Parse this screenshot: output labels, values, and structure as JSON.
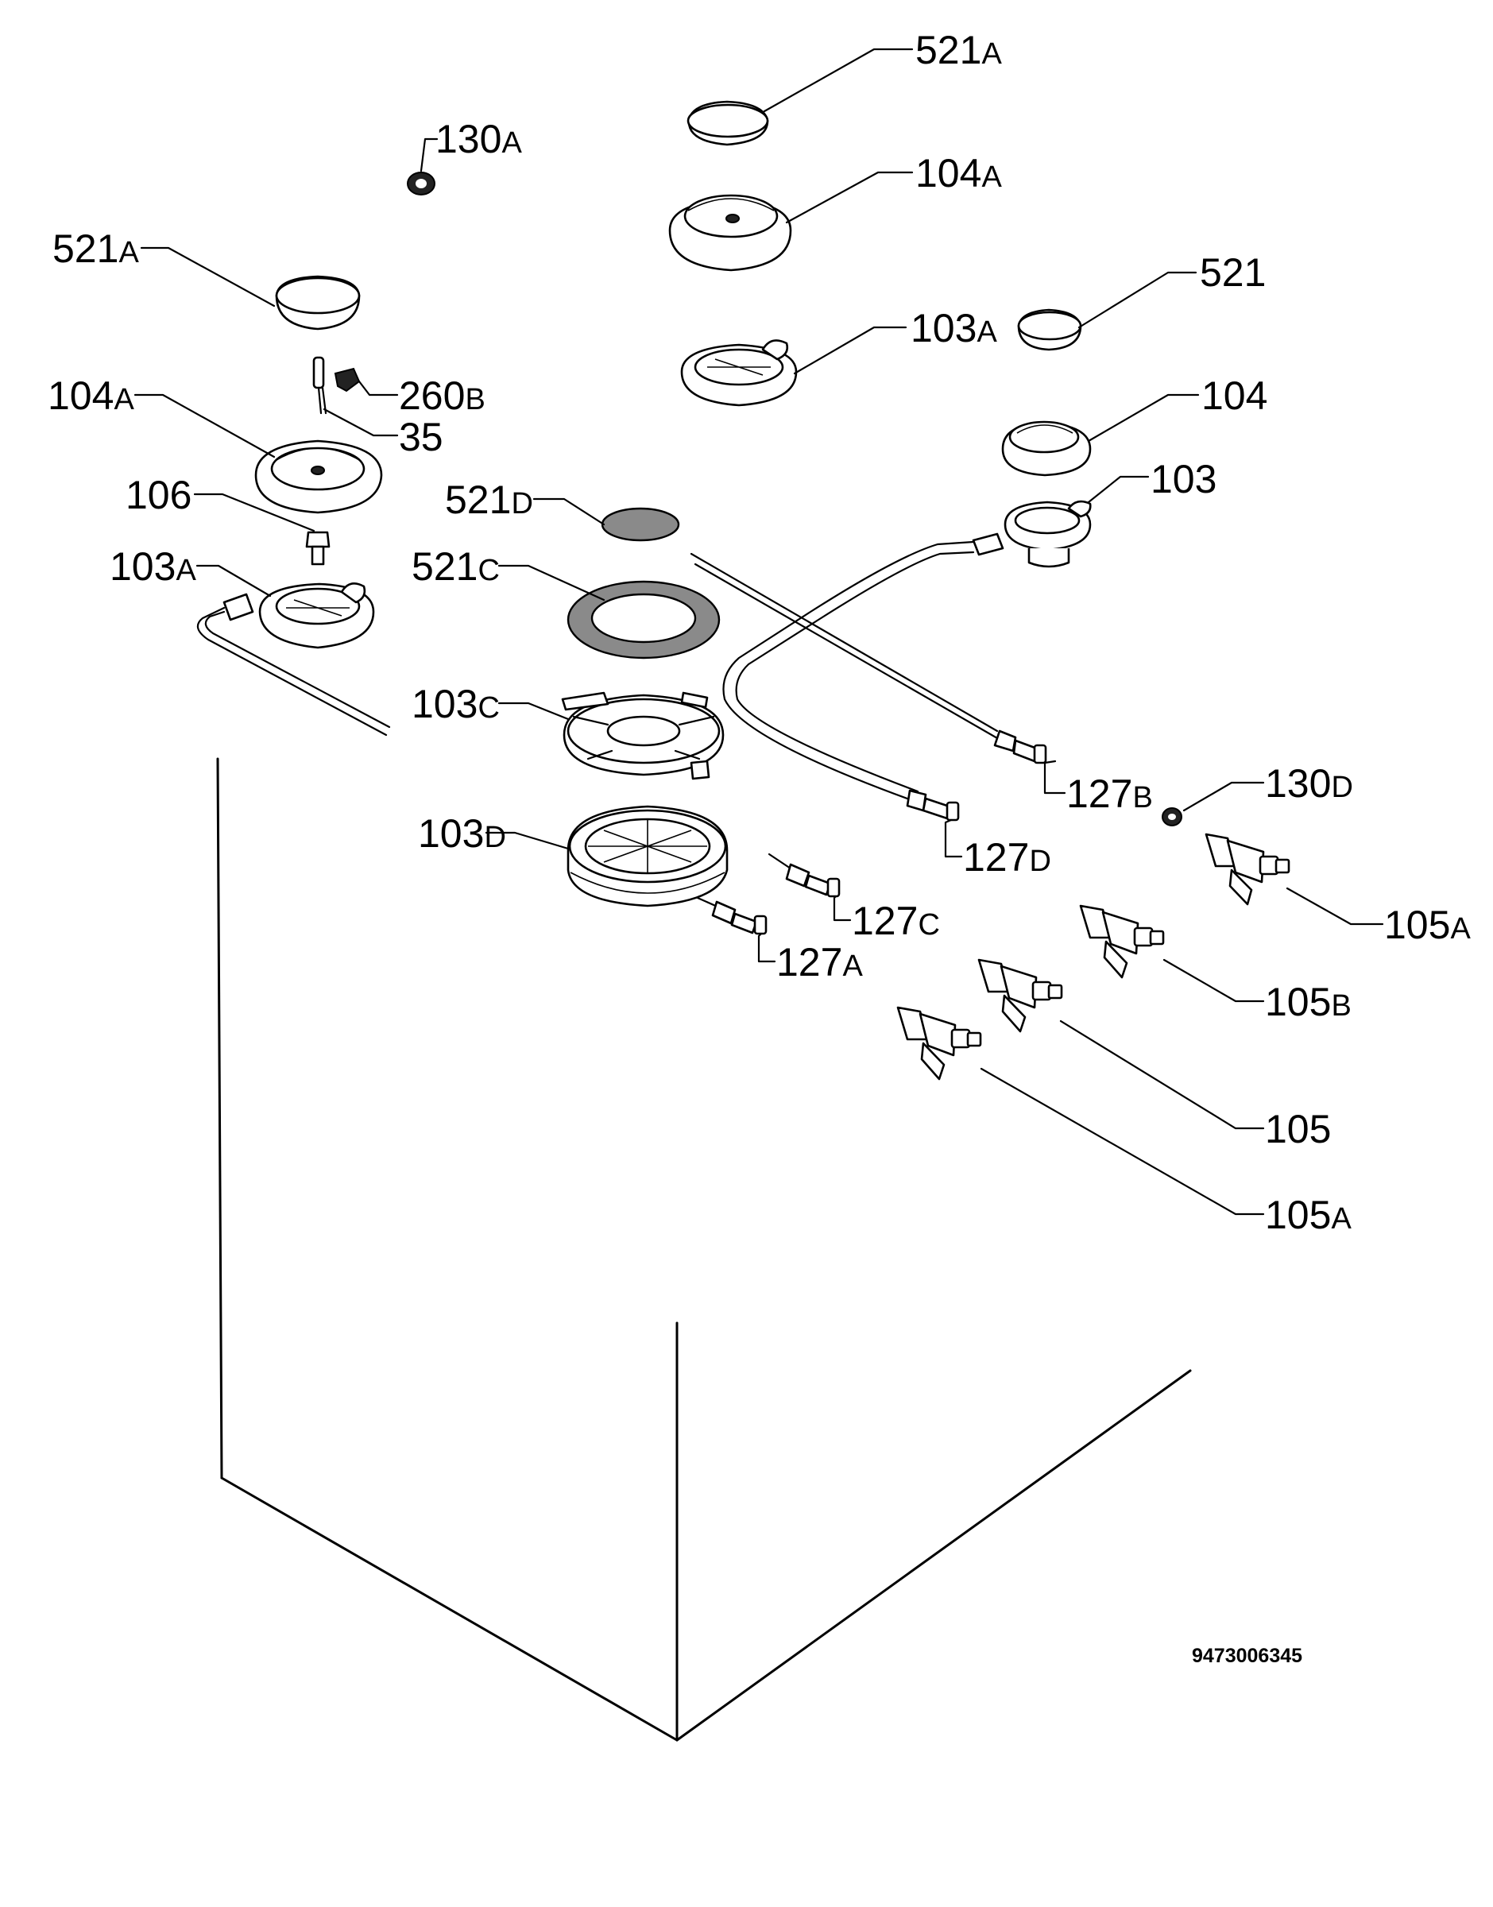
{
  "labels": [
    {
      "id": "lbl-521a-top",
      "num": "521",
      "sfx": "A"
    },
    {
      "id": "lbl-130a",
      "num": "130",
      "sfx": "A"
    },
    {
      "id": "lbl-104a-top",
      "num": "104",
      "sfx": "A"
    },
    {
      "id": "lbl-521a-left",
      "num": "521",
      "sfx": "A"
    },
    {
      "id": "lbl-521",
      "num": "521",
      "sfx": ""
    },
    {
      "id": "lbl-103a-top",
      "num": "103",
      "sfx": "A"
    },
    {
      "id": "lbl-260b",
      "num": "260",
      "sfx": "B"
    },
    {
      "id": "lbl-104a-left",
      "num": "104",
      "sfx": "A"
    },
    {
      "id": "lbl-104",
      "num": "104",
      "sfx": ""
    },
    {
      "id": "lbl-35",
      "num": "35",
      "sfx": ""
    },
    {
      "id": "lbl-103",
      "num": "103",
      "sfx": ""
    },
    {
      "id": "lbl-106",
      "num": "106",
      "sfx": ""
    },
    {
      "id": "lbl-521d",
      "num": "521",
      "sfx": "D"
    },
    {
      "id": "lbl-103a-left",
      "num": "103",
      "sfx": "A"
    },
    {
      "id": "lbl-521c",
      "num": "521",
      "sfx": "C"
    },
    {
      "id": "lbl-103c",
      "num": "103",
      "sfx": "C"
    },
    {
      "id": "lbl-130d",
      "num": "130",
      "sfx": "D"
    },
    {
      "id": "lbl-127b",
      "num": "127",
      "sfx": "B"
    },
    {
      "id": "lbl-103d",
      "num": "103",
      "sfx": "D"
    },
    {
      "id": "lbl-127d",
      "num": "127",
      "sfx": "D"
    },
    {
      "id": "lbl-127c",
      "num": "127",
      "sfx": "C"
    },
    {
      "id": "lbl-105a-top",
      "num": "105",
      "sfx": "A"
    },
    {
      "id": "lbl-127a",
      "num": "127",
      "sfx": "A"
    },
    {
      "id": "lbl-105b",
      "num": "105",
      "sfx": "B"
    },
    {
      "id": "lbl-105",
      "num": "105",
      "sfx": ""
    },
    {
      "id": "lbl-105a-bottom",
      "num": "105",
      "sfx": "A"
    }
  ],
  "drawing_code": "9473006345"
}
